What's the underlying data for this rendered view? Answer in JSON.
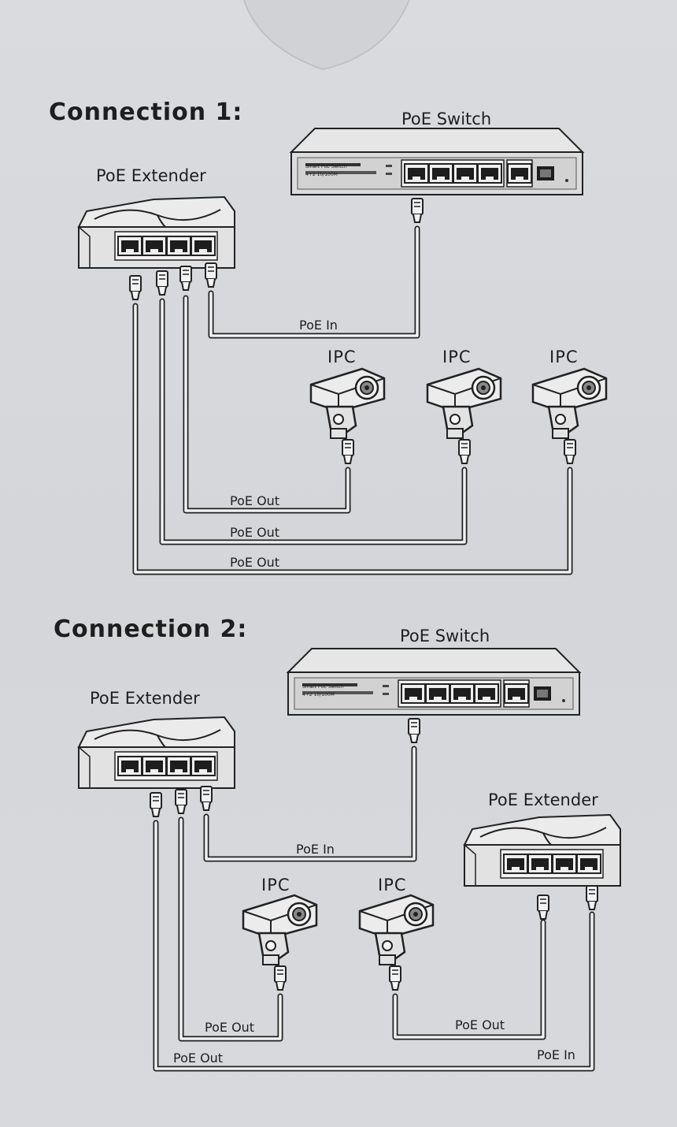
{
  "connection1": {
    "title": "Connection 1:",
    "switch_label": "PoE Switch",
    "extender_label": "PoE Extender",
    "camera_label": "IPC",
    "poe_in_label": "PoE In",
    "poe_out_label": "PoE Out"
  },
  "connection2": {
    "title": "Connection 2:",
    "switch_label": "PoE Switch",
    "extender_label": "PoE Extender",
    "extender2_label": "PoE Extender",
    "camera_label": "IPC",
    "poe_in_label": "PoE In",
    "poe_out_label": "PoE Out",
    "poe_in_right_label": "PoE In"
  },
  "switch_panel_text": {
    "line1": "Smart PoE Switch",
    "line2": "4+2 10/100M"
  }
}
